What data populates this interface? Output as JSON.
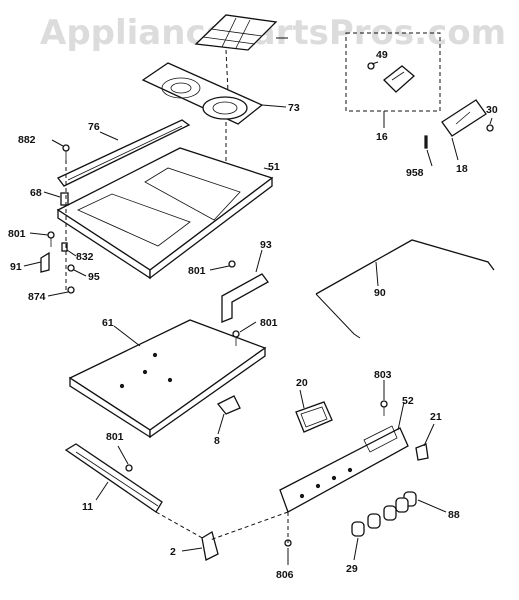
{
  "watermark": "AppliancePartsPros.com",
  "labels": {
    "p2": "2",
    "p8": "8",
    "p11": "11",
    "p16": "16",
    "p18": "18",
    "p20": "20",
    "p21": "21",
    "p29": "29",
    "p30": "30",
    "p49": "49",
    "p51": "51",
    "p52": "52",
    "p61": "61",
    "p68": "68",
    "p73": "73",
    "p76": "76",
    "p88": "88",
    "p90": "90",
    "p91": "91",
    "p93": "93",
    "p95": "95",
    "p801a": "801",
    "p801b": "801",
    "p801c": "801",
    "p801d": "801",
    "p803": "803",
    "p806": "806",
    "p832": "832",
    "p874": "874",
    "p882": "882",
    "p958": "958"
  }
}
